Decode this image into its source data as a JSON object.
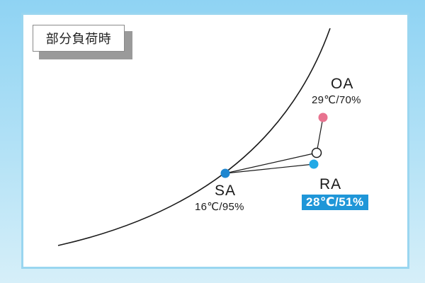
{
  "title": "部分負荷時",
  "points": {
    "oa": {
      "name": "OA",
      "value": "29℃/70%",
      "color": "#e8738f"
    },
    "sa": {
      "name": "SA",
      "value": "16℃/95%",
      "color": "#1e86d0"
    },
    "ra": {
      "name": "RA",
      "value": "28℃/51%",
      "color": "#22a9e6"
    },
    "mix": {
      "color": "#ffffff"
    }
  },
  "colors": {
    "background_top": "#8fd3f3",
    "panel_border": "#9ad6f0",
    "highlight_bg": "#1f96d8",
    "line": "#1a1a1a"
  }
}
